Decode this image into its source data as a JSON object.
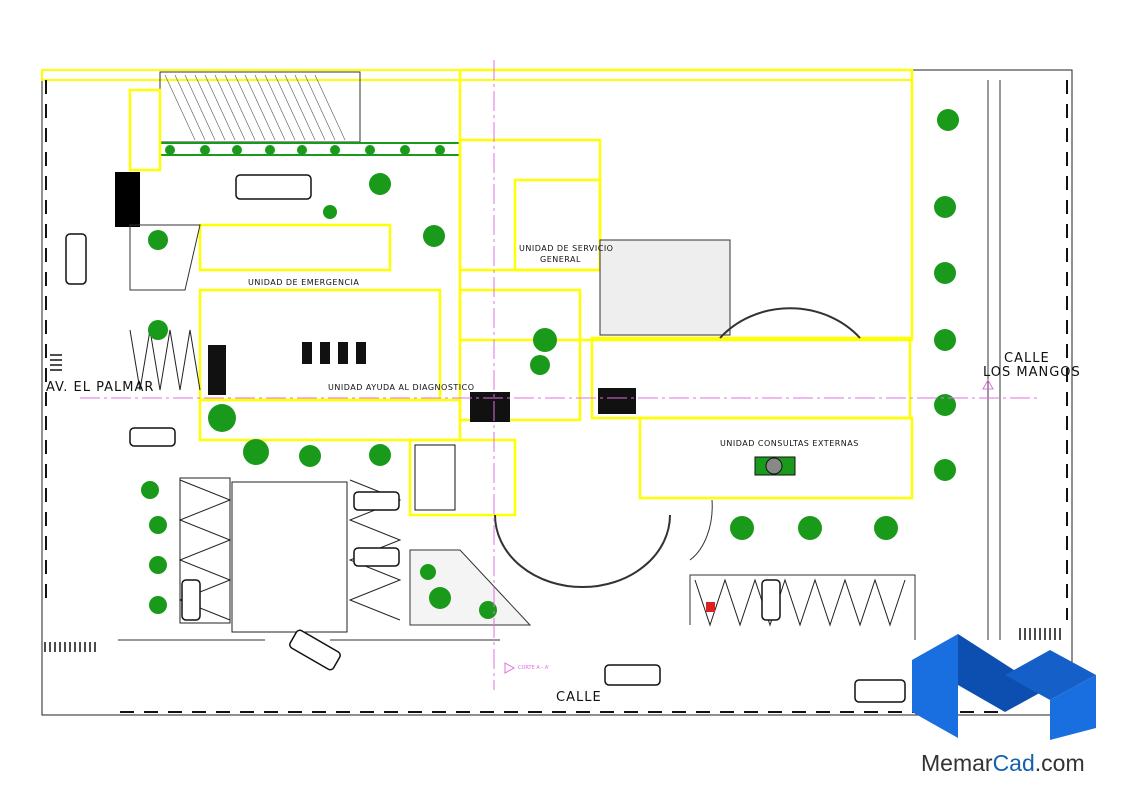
{
  "plan": {
    "units": {
      "emergencia": "UNIDAD DE EMERGENCIA",
      "diagnostico": "UNIDAD AYUDA AL DIAGNOSTICO",
      "servicio_general_1": "UNIDAD DE SERVICIO",
      "servicio_general_2": "GENERAL",
      "consultas_externas": "UNIDAD CONSULTAS EXTERNAS"
    },
    "streets": {
      "west": "AV. EL PALMAR",
      "east_1": "CALLE",
      "east_2": "LOS MANGOS",
      "south": "CALLE"
    },
    "section_cut": "CORTE A - A'",
    "colors": {
      "walls": "#ffff00",
      "vegetation": "#1a9a1a",
      "axis": "#e070e0",
      "logo": "#1a6fe0"
    }
  },
  "watermark": {
    "brand_prefix": "Memar",
    "brand_accent": "Cad",
    "brand_suffix": ".com"
  }
}
